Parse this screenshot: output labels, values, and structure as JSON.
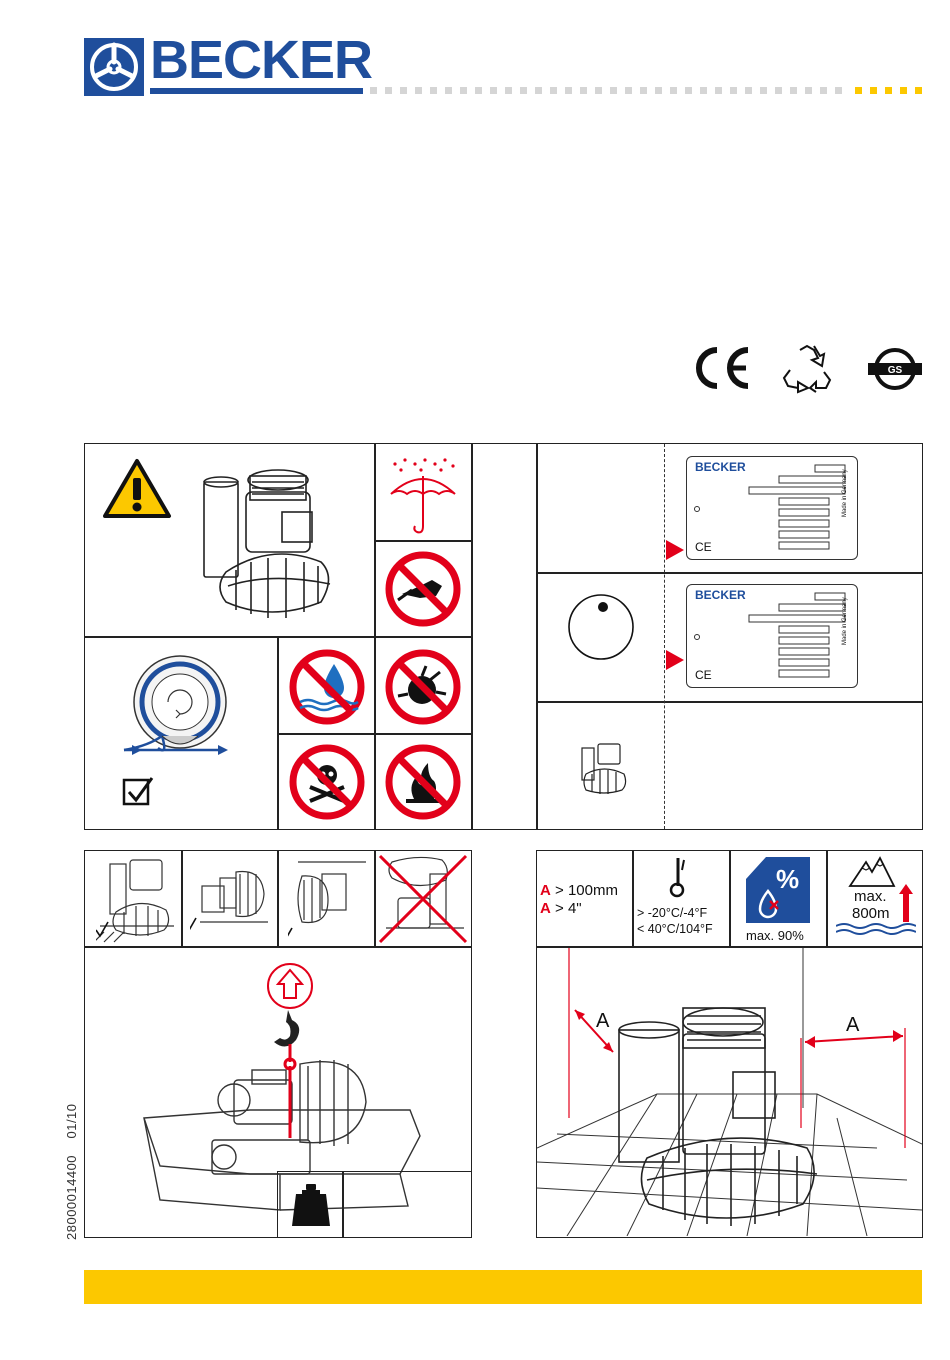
{
  "brand": {
    "name": "BECKER",
    "color": "#1f4e9c",
    "accent": "#fcc800",
    "warning_red": "#e2001a"
  },
  "certifications": [
    "ce-mark-icon",
    "recycle-icon",
    "gs-mark-icon"
  ],
  "nameplate": {
    "brand": "BECKER",
    "made_in": "Made in Germany",
    "ce": "CE"
  },
  "environment": {
    "clearance_mm": "> 100mm",
    "clearance_in": "> 4\"",
    "clearance_letter": "A",
    "temp_min": "> -20°C/-4°F",
    "temp_max": "< 40°C/104°F",
    "humidity_symbol": "%",
    "humidity_max": "max. 90%",
    "altitude_max_label": "max.",
    "altitude_max_value": "800m"
  },
  "installation_diagram": {
    "dimension_label": "A"
  },
  "document": {
    "number": "28000014400",
    "date": "01/10"
  }
}
